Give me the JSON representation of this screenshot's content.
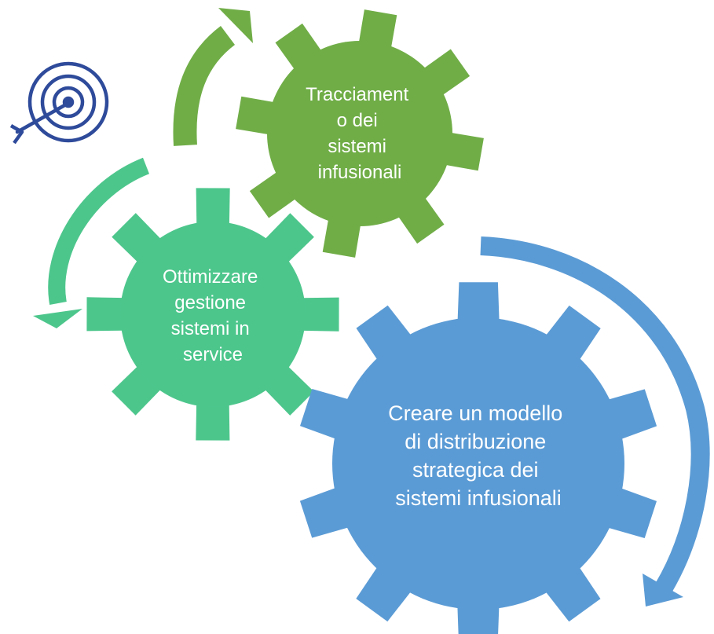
{
  "gears": {
    "green": {
      "lines": [
        "Tracciament",
        "o dei",
        "sistemi",
        "infusionali"
      ],
      "color": "#70ad47"
    },
    "teal": {
      "lines": [
        "Ottimizzare",
        "gestione",
        "sistemi in",
        "service"
      ],
      "color": "#4dc68c"
    },
    "blue": {
      "lines": [
        "Creare un modello",
        "di distribuzione",
        "strategica dei",
        "sistemi  infusionali"
      ],
      "color": "#5b9bd5"
    }
  },
  "arrows": {
    "green_color": "#70ad47",
    "teal_color": "#4dc68c",
    "blue_color": "#5b9bd5"
  },
  "icon": {
    "name": "target-icon",
    "color": "#2e4a9a"
  }
}
